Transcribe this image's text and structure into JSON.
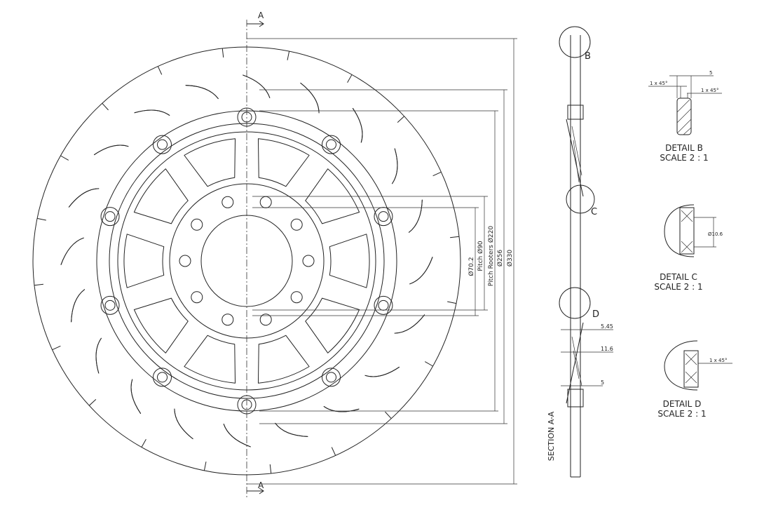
{
  "section_marker": {
    "top": "A",
    "bottom": "A"
  },
  "dimensions": {
    "d70": "Ø70.2",
    "pitch90": "Pitch Ø90",
    "pitch220": "Pitch Rooters Ø220",
    "d256": "Ø256",
    "d330": "Ø330"
  },
  "section": {
    "label": "SECTION A-A",
    "callouts": {
      "b": "B",
      "c": "C",
      "d": "D"
    },
    "dims": {
      "t1": "5.45",
      "t2": "11.6",
      "t3": "5"
    }
  },
  "details": [
    {
      "title": "DETAIL B",
      "scale": "SCALE 2 : 1",
      "dims": [
        "5",
        "1 x 45°",
        "1 x 45°"
      ]
    },
    {
      "title": "DETAIL C",
      "scale": "SCALE 2 : 1",
      "dims": [
        "Ø10.6"
      ]
    },
    {
      "title": "DETAIL D",
      "scale": "SCALE 2 : 1",
      "dims": [
        "1 x 45°"
      ]
    }
  ],
  "colors": {
    "line": "#222222",
    "background": "#ffffff"
  }
}
